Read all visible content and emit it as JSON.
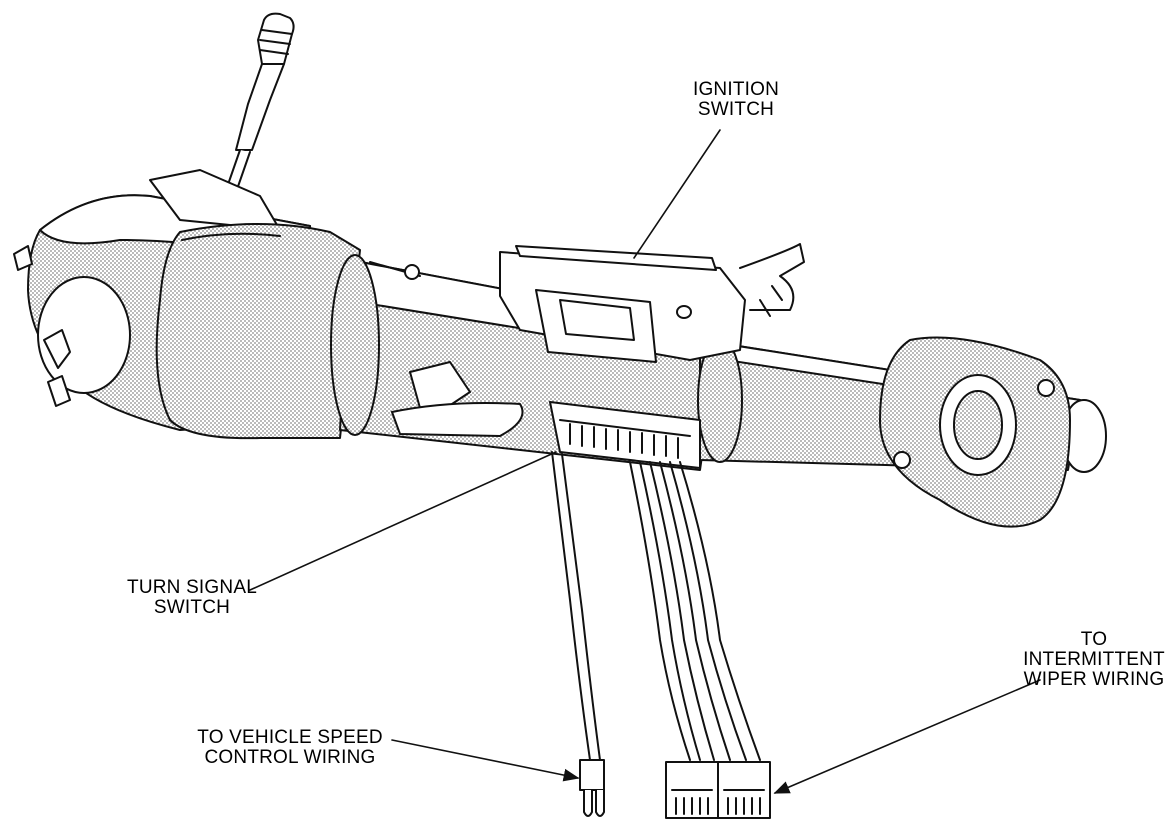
{
  "colors": {
    "ink": "#111111",
    "shade": "#bdbdbd",
    "paper": "#ffffff"
  },
  "labels": {
    "ignition_switch": [
      "IGNITION",
      "SWITCH"
    ],
    "turn_signal_switch": [
      "TURN SIGNAL",
      "SWITCH"
    ],
    "vehicle_speed_control": [
      "TO VEHICLE SPEED",
      "CONTROL WIRING"
    ],
    "intermittent_wiper": [
      "TO",
      "INTERMITTENT",
      "WIPER WIRING"
    ]
  }
}
